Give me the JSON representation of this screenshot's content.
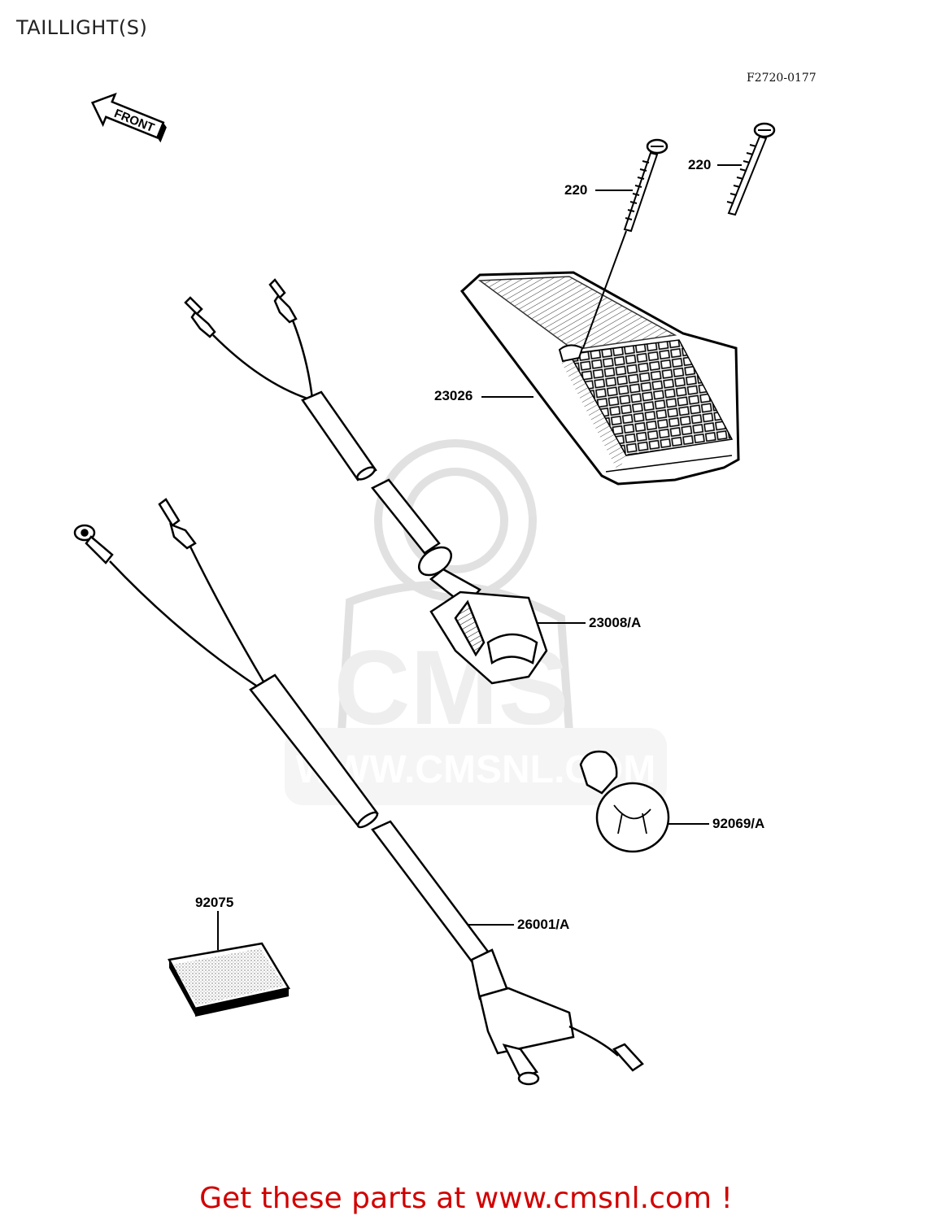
{
  "page": {
    "title": "TAILLIGHT(S)",
    "figure_code": "F2720-0177"
  },
  "front_arrow": {
    "label": "FRONT"
  },
  "watermark": {
    "logo_text": "CMS",
    "url_text": "WWW.CMSNL.COM"
  },
  "parts": [
    {
      "ref": "220",
      "label": "220"
    },
    {
      "ref": "220",
      "label": "220"
    },
    {
      "ref": "23026",
      "label": "23026"
    },
    {
      "ref": "23008/A",
      "label": "23008/A"
    },
    {
      "ref": "92069/A",
      "label": "92069/A"
    },
    {
      "ref": "92075",
      "label": "92075"
    },
    {
      "ref": "26001/A",
      "label": "26001/A"
    }
  ],
  "footer": {
    "text": "Get these parts at www.cmsnl.com !",
    "color": "#d10000"
  }
}
